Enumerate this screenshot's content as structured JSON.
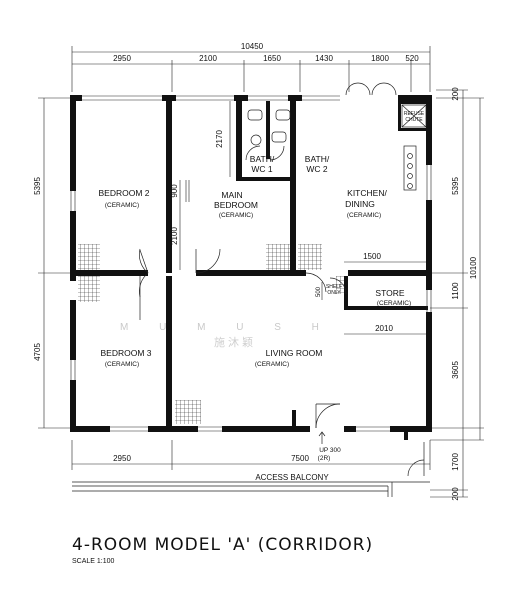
{
  "title": "4-ROOM MODEL 'A' (CORRIDOR)",
  "scale": "SCALE  1:100",
  "watermark": {
    "latin": "M U M U   S H",
    "chinese": "施 沐 颖"
  },
  "dimensions": {
    "overall_width": "10450",
    "top_segments": [
      "2950",
      "2100",
      "1650",
      "1430",
      "1800",
      "520"
    ],
    "bottom_segments": [
      "2950",
      "7500"
    ],
    "left_segments": [
      "5395",
      "4705"
    ],
    "right_segments": [
      "200",
      "5395",
      "10100",
      "1100",
      "3605",
      "1700",
      "200"
    ],
    "main_bedroom_height": "2170",
    "main_bedroom_wall": "900",
    "main_bedroom_lower": "2100",
    "kitchen_width": "1500",
    "store_width": "2010",
    "shelf_depth": "500",
    "up_label": "UP 300",
    "up_sub": "(2R)"
  },
  "rooms": {
    "bedroom2": {
      "name": "BEDROOM 2",
      "floor": "(CERAMIC)"
    },
    "main_bedroom": {
      "name_line1": "MAIN",
      "name_line2": "BEDROOM",
      "floor": "(CERAMIC)"
    },
    "bath1": {
      "line1": "BATH/",
      "line2": "WC 1"
    },
    "bath2": {
      "line1": "BATH/",
      "line2": "WC 2"
    },
    "kitchen": {
      "line1": "KITCHEN/",
      "line2": "DINING",
      "floor": "(CERAMIC)"
    },
    "store": {
      "name": "STORE",
      "floor": "(CERAMIC)"
    },
    "bedroom3": {
      "name": "BEDROOM 3",
      "floor": "(CERAMIC)"
    },
    "living": {
      "name": "LIVING ROOM",
      "floor": "(CERAMIC)"
    },
    "refuse": {
      "line1": "REFUSE",
      "line2": "CHUTE"
    },
    "shelf": {
      "line1": "SHELF",
      "line2": "ONLY"
    },
    "balcony": {
      "name": "ACCESS BALCONY"
    }
  }
}
